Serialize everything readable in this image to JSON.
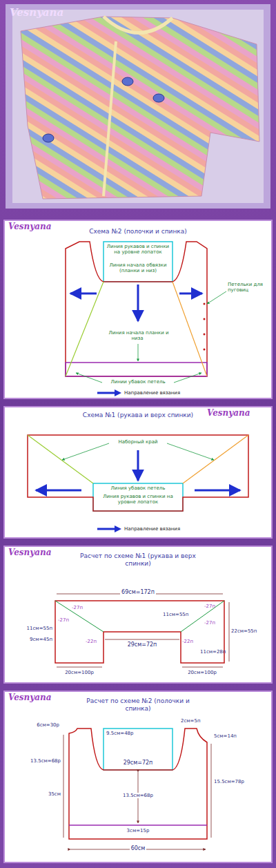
{
  "diagram": {
    "nodes": [
      {
        "text": [
          "Схема №2 (полочки и спинка)"
        ]
      },
      {
        "text": [
          "Схема №1 (рукава и верх спинки)"
        ]
      },
      {
        "text": [
          "Расчет по схеме №1 (рукава и верх спинки)"
        ]
      },
      {
        "text": [
          "Расчет по схеме №2 (полочки и спинка)"
        ]
      }
    ],
    "labels": [
      "Vesnyana",
      "Vesnyana",
      "Линия рукавов и спинки на уровне лопаток",
      "Линия начала обвязки (планки и низ)",
      "Петельки для пуговиц",
      "Линия начала планки и низа",
      "Линии убавок петель",
      "Vesnyana",
      "Наборный край",
      "Линия убавок петель",
      "Линия рукавов и спинки на уровне лопаток",
      "Vesnyana",
      "69см=172п",
      "-27п",
      "-27п",
      "-22п",
      "-27п",
      "-27п",
      "-22п",
      "11см=55п",
      "9см=45п",
      "29см=72п",
      "11см=55п",
      "22см=55п",
      "11см=28п",
      "20см=100р",
      "20см=100р",
      "Vesnyana",
      "6см=30р",
      "9.5см=48р",
      "2см=5п",
      "5см=14п",
      "13.5см=68р",
      "35см",
      "29см=72п",
      "13.5см=68р",
      "15.5см=78р",
      "3см=15р",
      "60см"
    ],
    "legend": [
      {
        "text": "Направление вязания"
      },
      {
        "text": "Направление вязания"
      }
    ]
  }
}
